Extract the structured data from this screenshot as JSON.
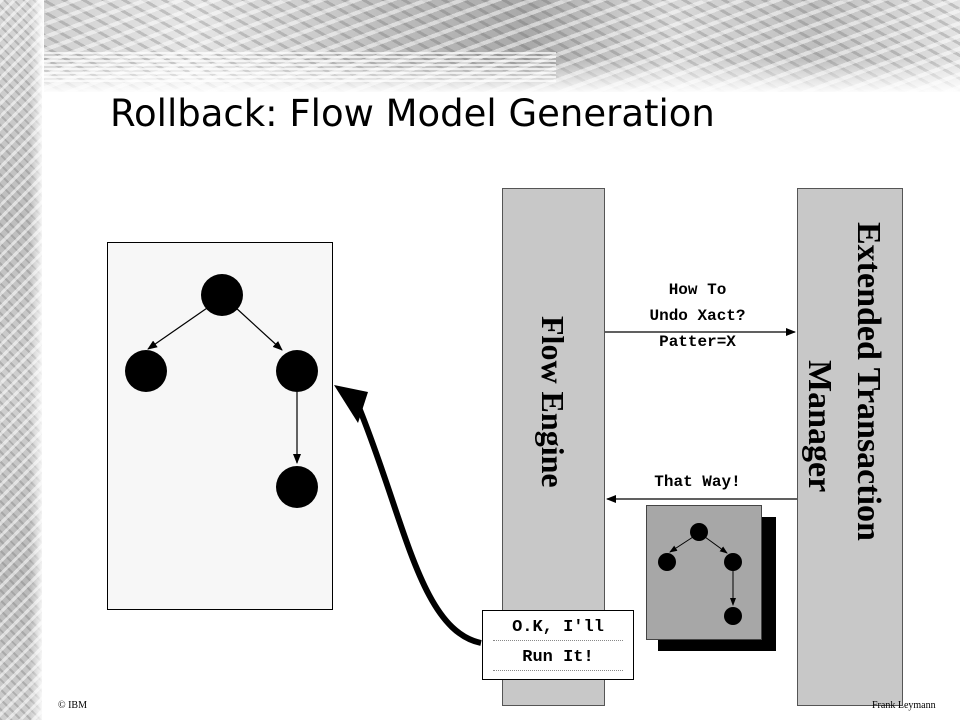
{
  "slide": {
    "title": "Rollback: Flow Model Generation",
    "footer_left": "© IBM",
    "footer_right": "Frank Leymann"
  },
  "flow_engine": {
    "label": "Flow Engine"
  },
  "transaction_manager": {
    "label_line1": "Extended Transaction",
    "label_line2": "Manager"
  },
  "messages": {
    "request": [
      "How To",
      "Undo Xact?",
      "Patter=X"
    ],
    "response": "That Way!",
    "confirmation": [
      "O.K, I'll",
      "Run It!"
    ]
  }
}
